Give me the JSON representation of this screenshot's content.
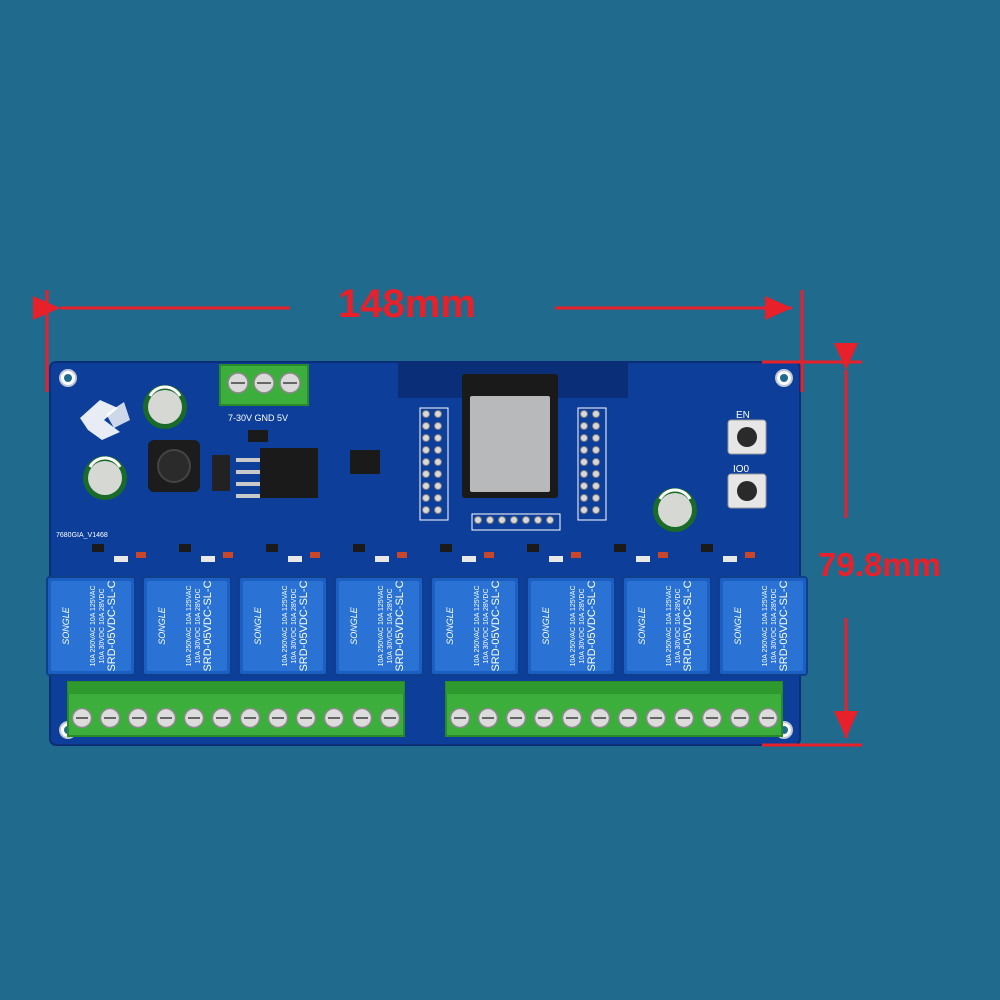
{
  "dimensions": {
    "width_label": "148mm",
    "height_label": "79.8mm",
    "line_color": "#e8202a"
  },
  "board": {
    "pcb_color": "#0d3f9a",
    "board_id": "7680GIA_V1468",
    "power_label": "7-30V GND 5V",
    "buttons": [
      "EN",
      "IO0"
    ],
    "relay_count": 8,
    "relay": {
      "brand": "SONGLE",
      "model": "SRD-05VDC-SL-C",
      "rating_1": "10A 250VAC 10A 125VAC",
      "rating_2": "10A 30VDC 10A 28VDC"
    },
    "terminal_color": "#3cae3c",
    "terminal_blocks": [
      {
        "screws": 12
      },
      {
        "screws": 12
      }
    ]
  }
}
